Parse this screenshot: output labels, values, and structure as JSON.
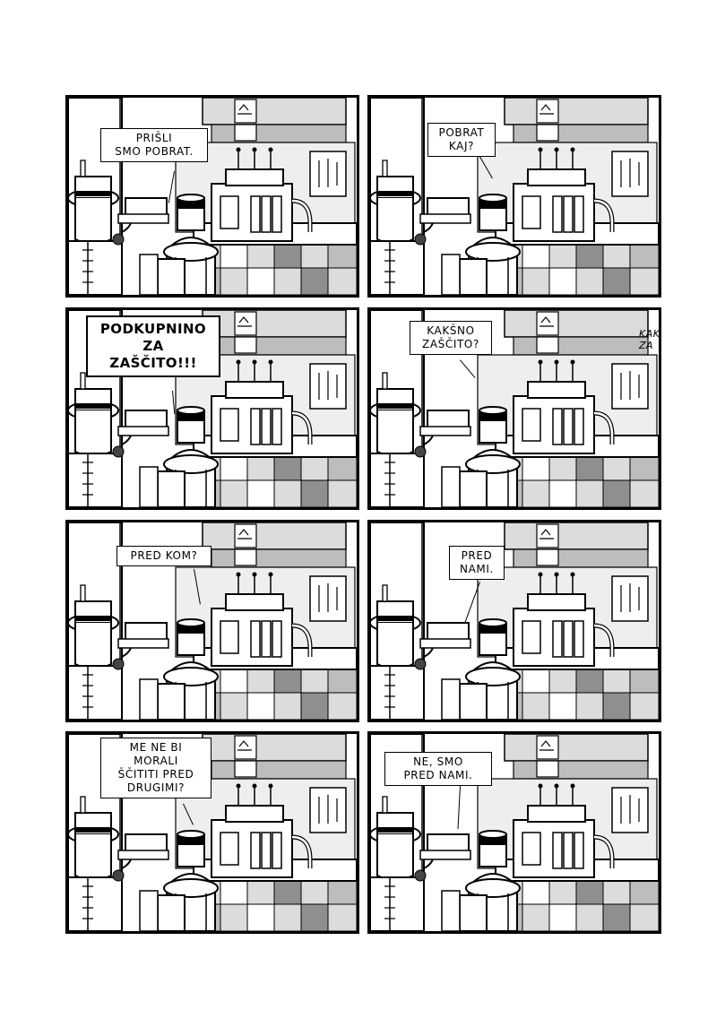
{
  "colors": {
    "ink": "#000000",
    "paper": "#ffffff",
    "tile_dark": "#8f8f8f",
    "tile_mid": "#bdbdbd",
    "tile_light": "#dcdcdc"
  },
  "panels": [
    {
      "speech": "PRIŠLI\nSMO POBRAT."
    },
    {
      "speech": "POBRAT\nKAJ?"
    },
    {
      "speech": "PODKUPNINO\nZA\nZAŠČITO!!!"
    },
    {
      "speech": "KAKŠNO\nZAŠČITO?",
      "edge_text": "KAK\nZA"
    },
    {
      "speech": "PRED KOM?"
    },
    {
      "speech": "PRED\nNAMI."
    },
    {
      "speech": "ME NE BI\nMORALI\nŠČITITI PRED\nDRUGIMI?"
    },
    {
      "speech": "NE, SMO\nPRED NAMI."
    }
  ]
}
